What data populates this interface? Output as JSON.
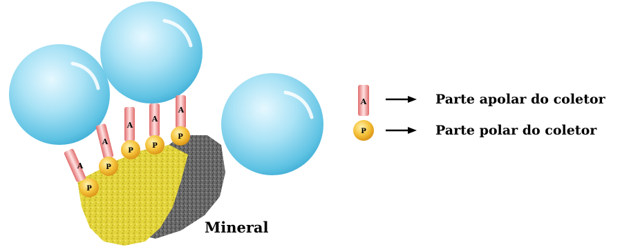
{
  "diagram": {
    "mineral_label": "Mineral",
    "apolar_letter": "A",
    "polar_letter": "P",
    "legend": {
      "apolar_text": "Parte apolar do coletor",
      "polar_text": "Parte polar do coletor"
    }
  },
  "colors": {
    "bubble": "#8fd6ee",
    "tail": "#e87878",
    "head": "#f2b632",
    "mineral_yellow": "#e2d33a",
    "mineral_gray": "#5a5a5a"
  }
}
